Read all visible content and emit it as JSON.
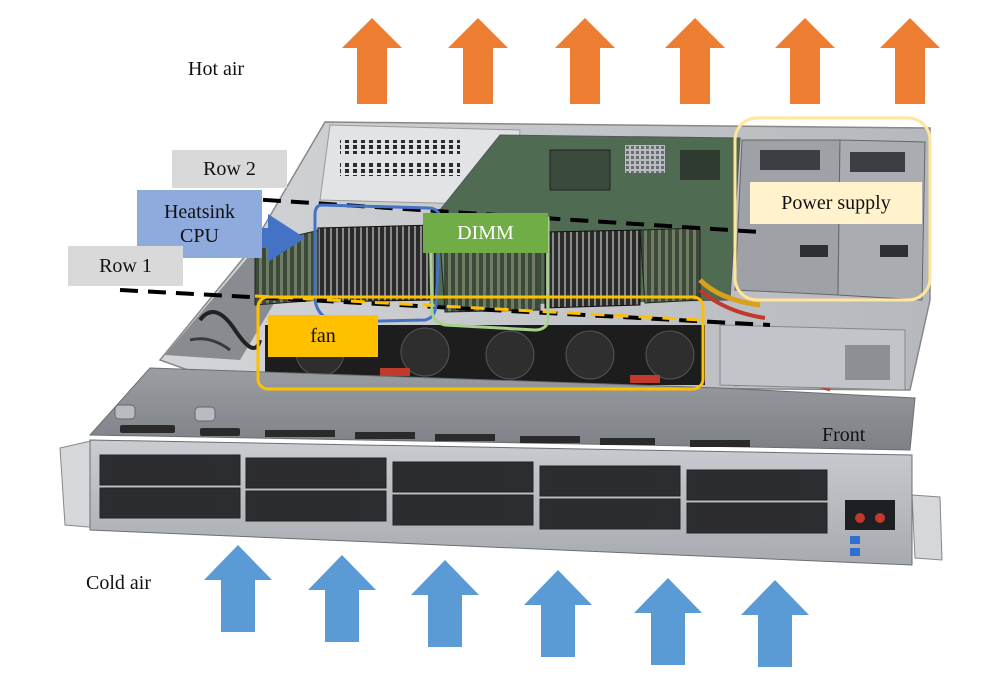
{
  "labels": {
    "hot_air": "Hot air",
    "cold_air": "Cold air",
    "row_2": "Row 2",
    "row_1": "Row 1",
    "heatsink_line1": "Heatsink",
    "heatsink_line2": "CPU",
    "dimm": "DIMM",
    "power_supply": "Power supply",
    "fan": "fan",
    "front": "Front"
  },
  "colors": {
    "hot_air_arrow": "#ed7d31",
    "cold_air_arrow": "#5b9bd5",
    "fan_highlight": "#ffc000",
    "dimm_highlight": "#70ad47",
    "heatsink_highlight": "#4472c4",
    "power_supply_highlight": "#ffe699",
    "row_label_bg": "#d9d9d9"
  },
  "arrows": {
    "hot_air_count": 6,
    "cold_air_count": 6
  }
}
